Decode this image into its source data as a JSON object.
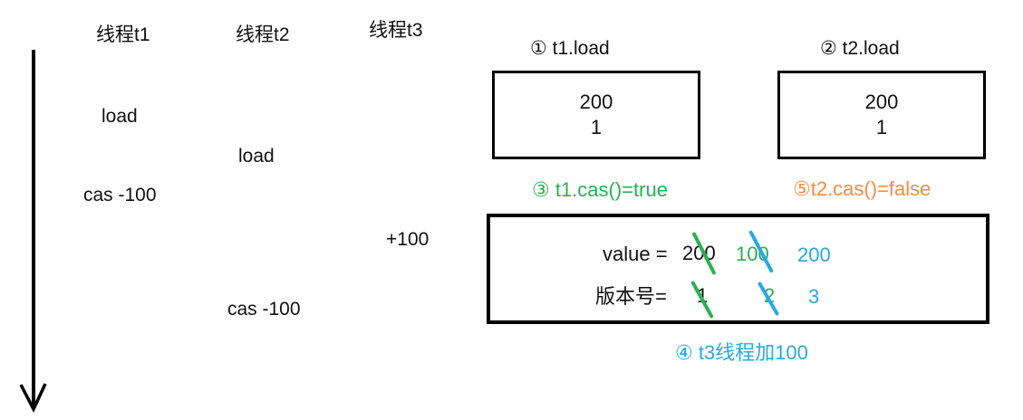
{
  "threads": {
    "t1": "线程t1",
    "t2": "线程t2",
    "t3": "线程t3"
  },
  "timeline": {
    "t1_load": "load",
    "t2_load": "load",
    "t1_cas": "cas -100",
    "t3_add": "+100",
    "t2_cas": "cas -100"
  },
  "snapshot_t1": {
    "title": "① t1.load",
    "value": "200",
    "version": "1"
  },
  "snapshot_t2": {
    "title": "② t2.load",
    "value": "200",
    "version": "1"
  },
  "results": {
    "t1_cas": "③ t1.cas()=true",
    "t2_cas": "⑤t2.cas()=false",
    "t3_note": "④ t3线程加100"
  },
  "state": {
    "value_label": "value =",
    "value_history": [
      {
        "text": "200",
        "color": "black",
        "struck_by": "green"
      },
      {
        "text": "100",
        "color": "green",
        "struck_by": "blue"
      },
      {
        "text": "200",
        "color": "blue",
        "struck_by": null
      }
    ],
    "version_label": "版本号=",
    "version_history": [
      {
        "text": "1",
        "color": "black",
        "struck_by": "green"
      },
      {
        "text": "2",
        "color": "green",
        "struck_by": "blue"
      },
      {
        "text": "3",
        "color": "blue",
        "struck_by": null
      }
    ]
  },
  "colors": {
    "black": "#111111",
    "green": "#2BB052",
    "blue": "#29A9E2",
    "orange": "#F78B3D"
  }
}
